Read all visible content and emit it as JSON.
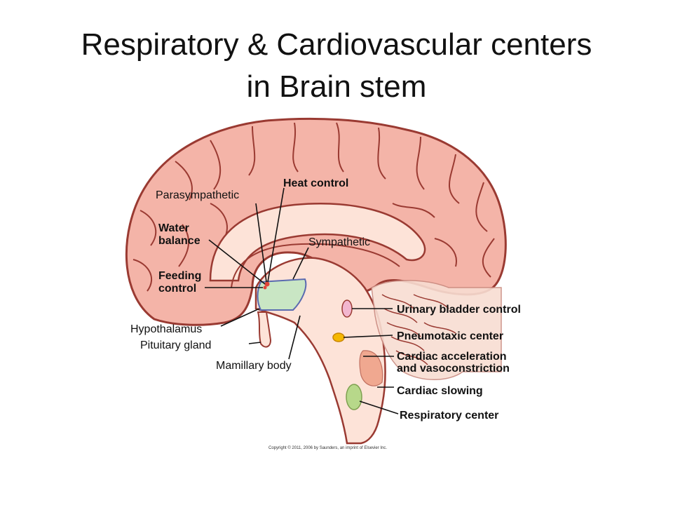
{
  "title": {
    "line1": "Respiratory & Cardiovascular centers",
    "line2": "in Brain stem"
  },
  "labels": {
    "heat_control": "Heat control",
    "parasympathetic": "Parasympathetic",
    "water_balance_1": "Water",
    "water_balance_2": "balance",
    "sympathetic": "Sympathetic",
    "feeding_control_1": "Feeding",
    "feeding_control_2": "control",
    "hypothalamus": "Hypothalamus",
    "pituitary_gland": "Pituitary gland",
    "mamillary_body": "Mamillary body",
    "urinary_bladder": "Urinary bladder control",
    "pneumotaxic": "Pneumotaxic center",
    "cardiac_accel_1": "Cardiac acceleration",
    "cardiac_accel_2": "and vasoconstriction",
    "cardiac_slowing": "Cardiac slowing",
    "respiratory": "Respiratory center"
  },
  "copyright": "Copyright © 2011, 2006 by Saunders, an imprint of Elsevier Inc.",
  "colors": {
    "cortex": "#f4b4a8",
    "cortex_stroke": "#9a3a32",
    "inner": "#fde3d8",
    "hypothalamus": "#c9e6c4",
    "urinary": "#f2b6cf",
    "pneumotaxic": "#f5b800",
    "cardiac": "#f0a890",
    "respiratory": "#b7d88a"
  }
}
